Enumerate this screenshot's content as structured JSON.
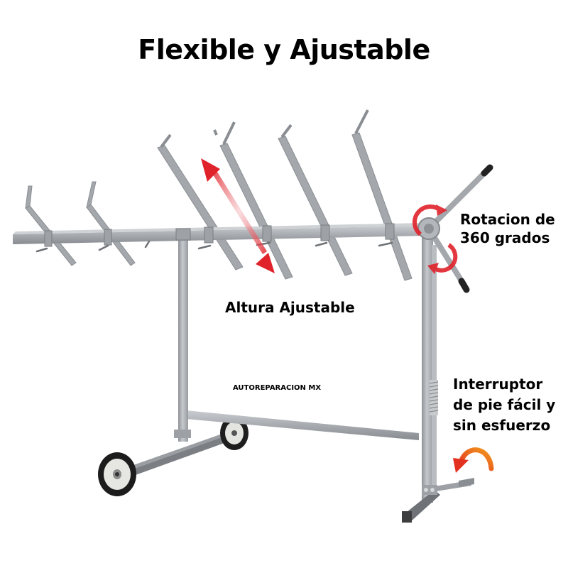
{
  "title": "Flexible y Ajustable",
  "features": {
    "rotation": {
      "line1": "Rotacion de",
      "line2": "360 grados"
    },
    "height": {
      "label": "Altura Ajustable"
    },
    "pedal": {
      "line1": "Interruptor",
      "line2": "de pie fácil y",
      "line3": "sin esfuerzo"
    }
  },
  "brand": "AUTOREPARACION MX",
  "colors": {
    "metal": "#a9adb1",
    "metal_dark": "#7f8387",
    "arrow_red": "#e0222b",
    "arrow_orange": "#f07a1e",
    "text": "#000000",
    "background": "#ffffff"
  },
  "icons": {
    "rotation_arrows": "circular-red-arrows",
    "height_arrow": "double-headed-red-arrow",
    "pedal_arrow": "curved-orange-arrow"
  }
}
